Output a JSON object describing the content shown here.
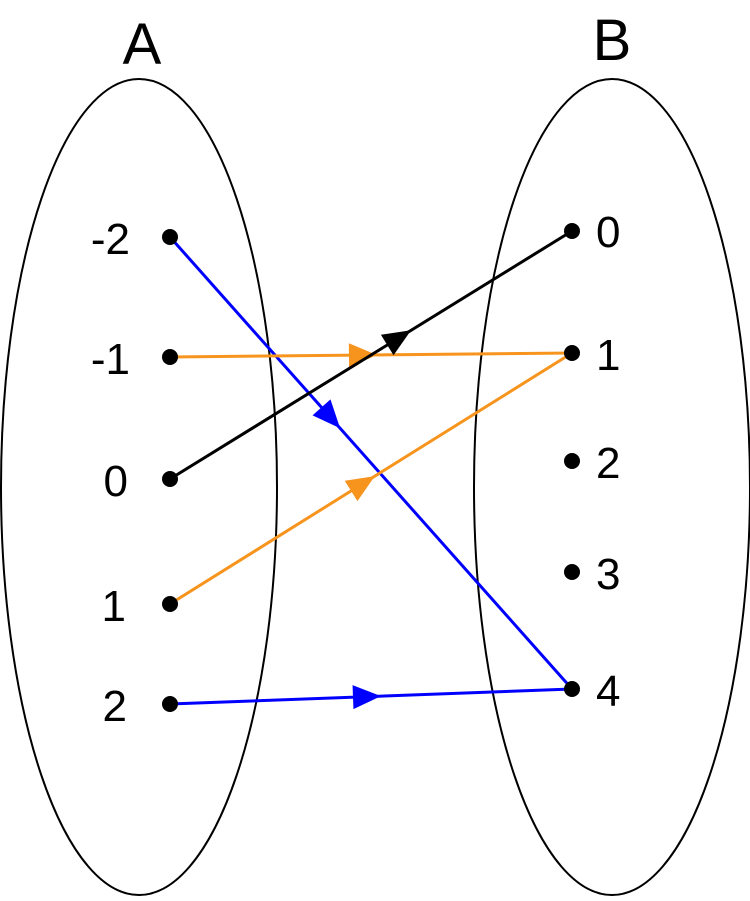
{
  "sets": [
    {
      "id": "A",
      "label": "A"
    },
    {
      "id": "B",
      "label": "B"
    }
  ],
  "set_A": {
    "elements": [
      "-2",
      "-1",
      "0",
      "1",
      "2"
    ]
  },
  "set_B": {
    "elements": [
      "0",
      "1",
      "2",
      "3",
      "4"
    ]
  },
  "mappings": [
    {
      "from": "-2",
      "to": "4",
      "color": "#0000ff"
    },
    {
      "from": "-1",
      "to": "1",
      "color": "#f7941d"
    },
    {
      "from": "0",
      "to": "0",
      "color": "#000000"
    },
    {
      "from": "1",
      "to": "1",
      "color": "#f7941d"
    },
    {
      "from": "2",
      "to": "4",
      "color": "#0000ff"
    }
  ]
}
